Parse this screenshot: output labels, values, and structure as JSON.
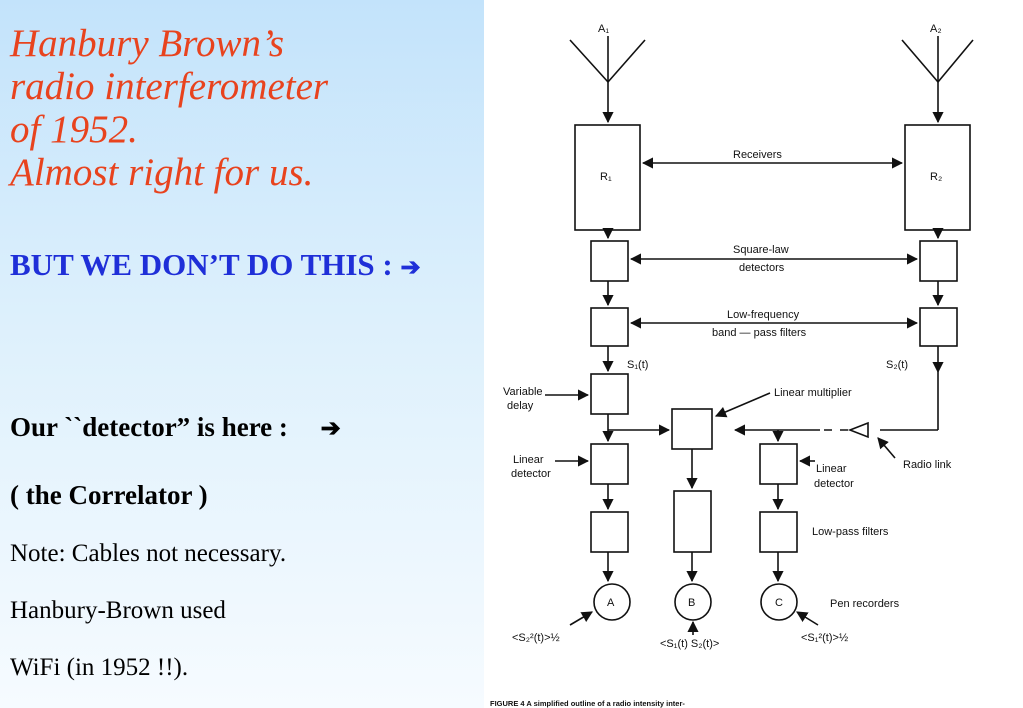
{
  "slide": {
    "title_lines": [
      "Hanbury Brown’s",
      "radio interferometer",
      "of 1952.",
      "Almost right  for us."
    ],
    "but_text": "BUT WE DON’T DO THIS :",
    "arrow": "➔",
    "detector_text": "Our ``detector” is here :",
    "correlator_text": "( the Correlator )",
    "note_lines": [
      "Note:  Cables not necessary.",
      "Hanbury-Brown used",
      "WiFi (in 1952 !!)."
    ]
  },
  "diagram": {
    "antenna_a1": "A₁",
    "antenna_a2": "A₂",
    "receivers": "Receivers",
    "r1": "R₁",
    "r2": "R₂",
    "square_law_1": "Square-law",
    "square_law_2": "detectors",
    "lowfreq_1": "Low-frequency",
    "lowfreq_2": "band — pass filters",
    "s1t": "S₁(t)",
    "s2t": "S₂(t)",
    "variable_delay_1": "Variable",
    "variable_delay_2": "delay",
    "linear_multiplier": "Linear multiplier",
    "linear_detector_l1": "Linear",
    "linear_detector_l2": "detector",
    "linear_detector_r1": "Linear",
    "linear_detector_r2": "detector",
    "radio_link": "Radio link",
    "lowpass": "Low-pass filters",
    "recorder_a": "A",
    "recorder_b": "B",
    "recorder_c": "C",
    "pen_recorders": "Pen recorders",
    "out_a": "<S₂²(t)>½",
    "out_b": "<S₁(t) S₂(t)>",
    "out_c": "<S₁²(t)>½",
    "caption": "FIGURE 4   A simplified outline of a radio intensity inter-"
  }
}
